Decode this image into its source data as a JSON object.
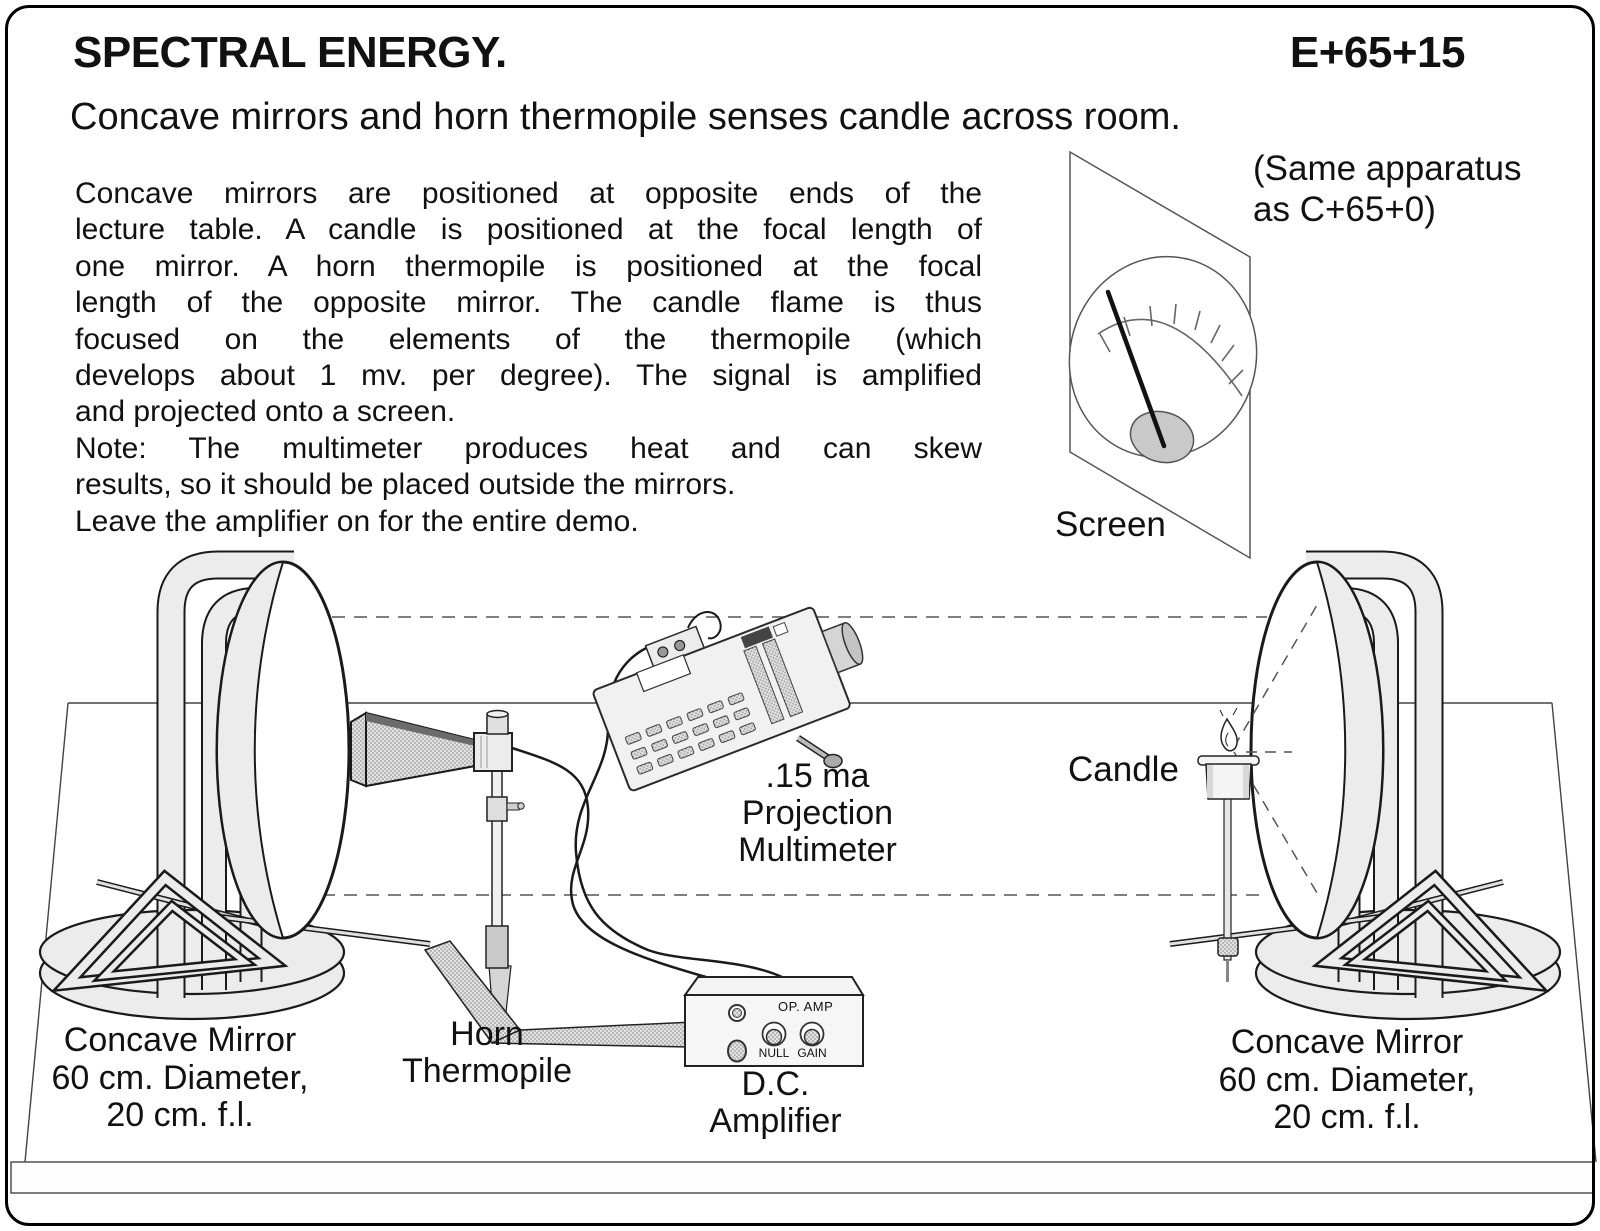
{
  "page": {
    "title": "SPECTRAL ENERGY.",
    "code": "E+65+15",
    "subtitle": "Concave mirrors and horn thermopile senses candle across room.",
    "same_apparatus_note": "(Same apparatus\nas C+65+0)"
  },
  "intro": {
    "lines": [
      "Concave mirrors are positioned at opposite ends of the",
      "lecture table.  A candle is positioned at the focal length of",
      "one mirror.  A horn thermopile is positioned at the focal",
      "length of the opposite mirror.  The candle flame is thus",
      "focused on the elements of the thermopile (which",
      "develops about 1 mv. per degree).  The signal is amplified",
      "and projected onto a screen.",
      "Note: The multimeter produces heat and can skew",
      "results, so it should be placed outside the mirrors.",
      "Leave the amplifier on for the  entire demo."
    ]
  },
  "labels": {
    "screen": "Screen",
    "candle": "Candle",
    "multimeter": ".15 ma\nProjection\nMultimeter",
    "horn": "Horn\nThermopile",
    "amplifier": "D.C.\nAmplifier",
    "mirror_left": "Concave Mirror\n60 cm. Diameter,\n20 cm. f.l.",
    "mirror_right": "Concave Mirror\n60 cm. Diameter,\n20 cm. f.l."
  },
  "amplifier_panel": {
    "title": "OP. AMP",
    "knob_left": "NULL",
    "knob_right": "GAIN"
  },
  "colors": {
    "ink": "#1a1a1a",
    "line_gray": "#555555",
    "fill_light": "#ececec",
    "fill_stipple": "#d9d9d9",
    "meter_pivot": "#c9c9c9",
    "paper": "#ffffff"
  }
}
